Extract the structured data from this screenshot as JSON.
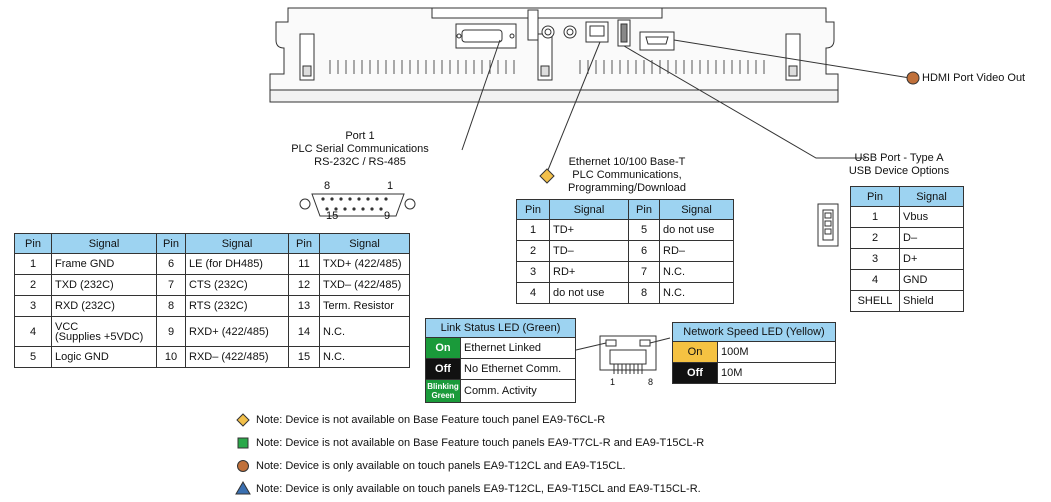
{
  "labels": {
    "hdmi": "HDMI Port Video Out",
    "port1": [
      "Port 1",
      "PLC Serial Communications",
      "RS-232C / RS-485"
    ],
    "ethernet": [
      "Ethernet 10/100 Base-T",
      "PLC Communications,",
      "Programming/Download"
    ],
    "usb": [
      "USB Port - Type A",
      "USB Device Options"
    ],
    "connector_pins": {
      "p8": "8",
      "p1": "1",
      "p15": "15",
      "p9": "9"
    },
    "rj45_pins": {
      "p1": "1",
      "p8": "8"
    }
  },
  "port1_table": {
    "headers": [
      "Pin",
      "Signal",
      "Pin",
      "Signal",
      "Pin",
      "Signal"
    ],
    "rows": [
      [
        "1",
        "Frame GND",
        "6",
        "LE (for DH485)",
        "11",
        "TXD+ (422/485)"
      ],
      [
        "2",
        "TXD (232C)",
        "7",
        "CTS (232C)",
        "12",
        "TXD– (422/485)"
      ],
      [
        "3",
        "RXD (232C)",
        "8",
        "RTS (232C)",
        "13",
        "Term. Resistor"
      ],
      [
        "4",
        "VCC",
        "9",
        "RXD+ (422/485)",
        "14",
        "N.C."
      ],
      [
        "5",
        "Logic GND",
        "10",
        "RXD– (422/485)",
        "15",
        "N.C."
      ]
    ],
    "row4_sub": "(Supplies +5VDC)"
  },
  "ethernet_table": {
    "headers": [
      "Pin",
      "Signal",
      "Pin",
      "Signal"
    ],
    "rows": [
      [
        "1",
        "TD+",
        "5",
        "do not use"
      ],
      [
        "2",
        "TD–",
        "6",
        "RD–"
      ],
      [
        "3",
        "RD+",
        "7",
        "N.C."
      ],
      [
        "4",
        "do not use",
        "8",
        "N.C."
      ]
    ]
  },
  "usb_table": {
    "headers": [
      "Pin",
      "Signal"
    ],
    "rows": [
      [
        "1",
        "Vbus"
      ],
      [
        "2",
        "D–"
      ],
      [
        "3",
        "D+"
      ],
      [
        "4",
        "GND"
      ],
      [
        "SHELL",
        "Shield"
      ]
    ]
  },
  "link_led": {
    "title": "Link Status LED (Green)",
    "rows": [
      {
        "state": "On",
        "desc": "Ethernet Linked",
        "color": "#1a9a3a"
      },
      {
        "state": "Off",
        "desc": "No Ethernet Comm.",
        "color": "#111111"
      },
      {
        "state": "Blinking",
        "state2": "Green",
        "desc": "Comm. Activity",
        "color": "#1a9a3a"
      }
    ]
  },
  "speed_led": {
    "title": "Network Speed LED (Yellow)",
    "rows": [
      {
        "state": "On",
        "desc": "100M",
        "color": "#f5c242"
      },
      {
        "state": "Off",
        "desc": "10M",
        "color": "#111111"
      }
    ]
  },
  "notes": [
    {
      "icon": "diamond-icon",
      "color": "#f2c04a",
      "text": "Note: Device is not available on Base Feature touch panel EA9-T6CL-R"
    },
    {
      "icon": "square-icon",
      "color": "#2aa84a",
      "text": "Note: Device is not available on Base Feature touch panels EA9-T7CL-R and EA9-T15CL-R"
    },
    {
      "icon": "circle-icon",
      "color": "#c0703a",
      "text": "Note: Device is only available on touch panels EA9-T12CL and EA9-T15CL."
    },
    {
      "icon": "triangle-icon",
      "color": "#3a6fb0",
      "text": "Note: Device is only available on touch panels EA9-T12CL, EA9-T15CL and EA9-T15CL-R."
    }
  ],
  "colors": {
    "header_blue": "#9dd3f1",
    "led_yellow_box": "#9dd3f1"
  }
}
